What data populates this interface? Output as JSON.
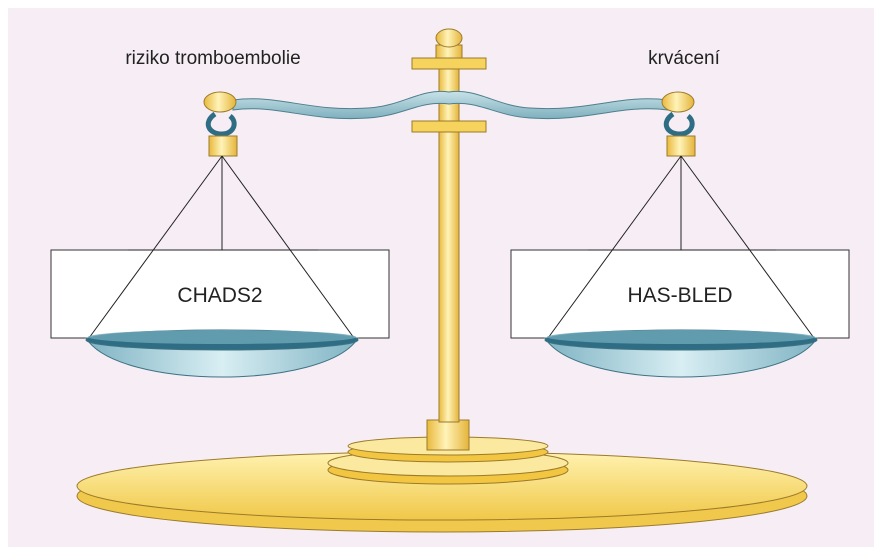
{
  "scale": {
    "left_label": "riziko tromboembolie",
    "right_label": "krvácení",
    "left_box": "CHADS2",
    "right_box": "HAS-BLED"
  },
  "colors": {
    "background": "#f6eef4",
    "gold": "#f4d55e",
    "gold_light": "#fbeeb0",
    "gold_dark": "#c89a2a",
    "beam": "#9ec5cf",
    "pan": "#88b7c6",
    "pan_dark": "#2e6d84"
  }
}
